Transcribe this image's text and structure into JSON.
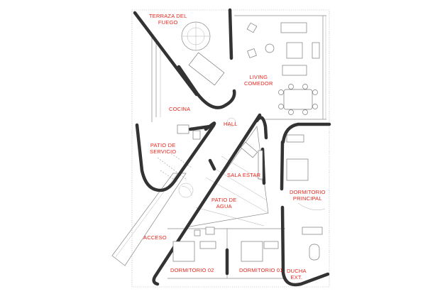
{
  "plan": {
    "rooms": {
      "terraza": [
        "TERRAZA DEL",
        "FUEGO"
      ],
      "living": [
        "LIVING",
        "COMEDOR"
      ],
      "cocina": [
        "COCINA"
      ],
      "hall": [
        "HALL"
      ],
      "patio_servicio": [
        "PATIO DE",
        "SERVICIO"
      ],
      "sala_estar": [
        "SALA ESTAR"
      ],
      "dormitorio_principal": [
        "DORMITORIO",
        "PRINCIPAL"
      ],
      "patio_agua": [
        "PATIO DE",
        "AGUA"
      ],
      "acceso": [
        "ACCESO"
      ],
      "dormitorio_02": [
        "DORMITORIO 02"
      ],
      "dormitorio_01": [
        "DORMITORIO 01"
      ],
      "ducha_ext": [
        "DUCHA",
        "EXT."
      ]
    },
    "colors": {
      "label": "#e8261c",
      "wall": "#333333",
      "line": "#8a8a8a"
    }
  }
}
